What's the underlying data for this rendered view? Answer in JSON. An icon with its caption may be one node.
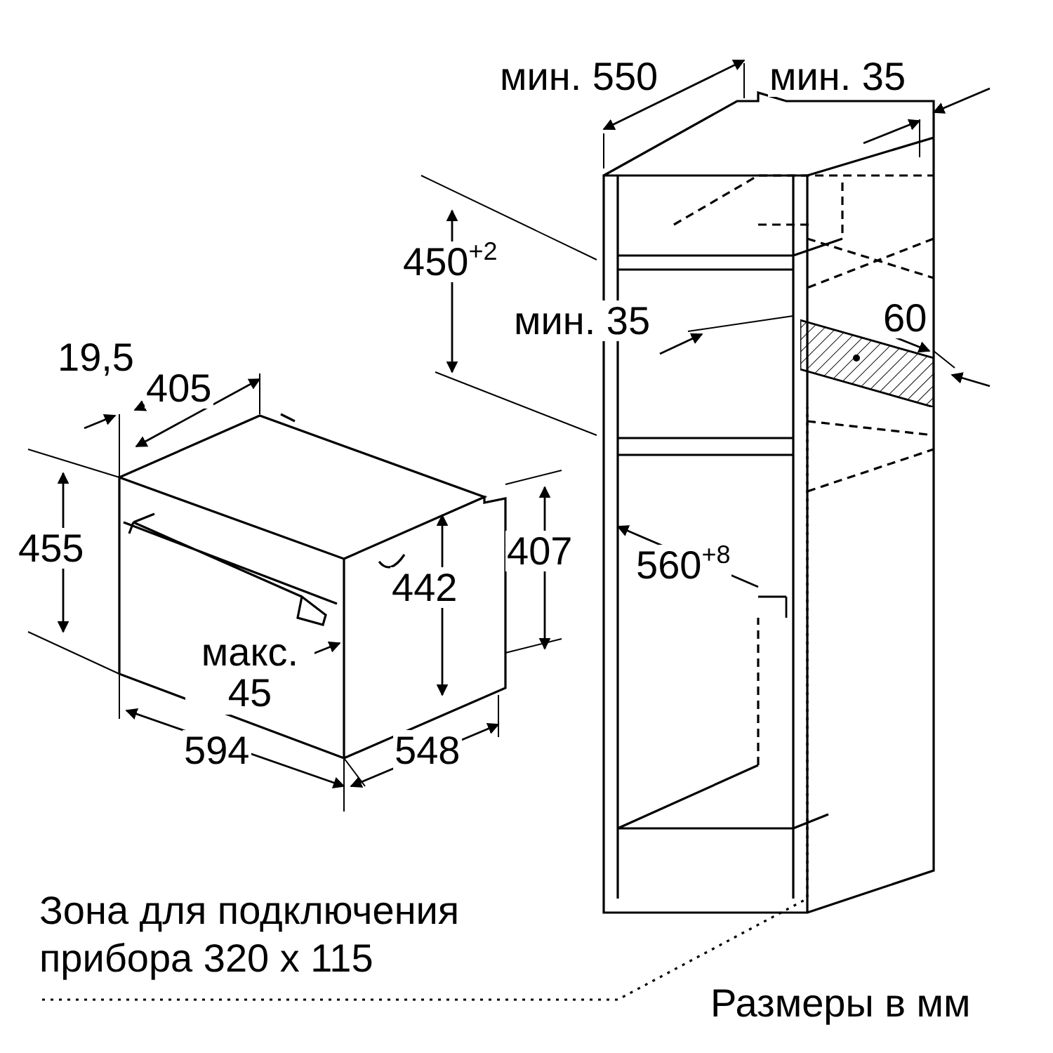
{
  "diagram": {
    "nodes": [
      {
        "text": [
          "Зона для подключения прибора 320 x 115"
        ]
      },
      {
        "text": [],
        "shape": "box"
      }
    ],
    "edges": [
      {
        "from": 0,
        "to": 1,
        "arrow": "none",
        "style": "dashed"
      }
    ],
    "labels": [
      "мин. 550",
      "мин. 35",
      "450$^{+2}$",
      "мин. 35",
      "60",
      "19,5",
      "405",
      "455",
      "407",
      "442",
      "макс. 45",
      "594",
      "548",
      "560$^{+8}$",
      "Размеры в мм"
    ]
  }
}
